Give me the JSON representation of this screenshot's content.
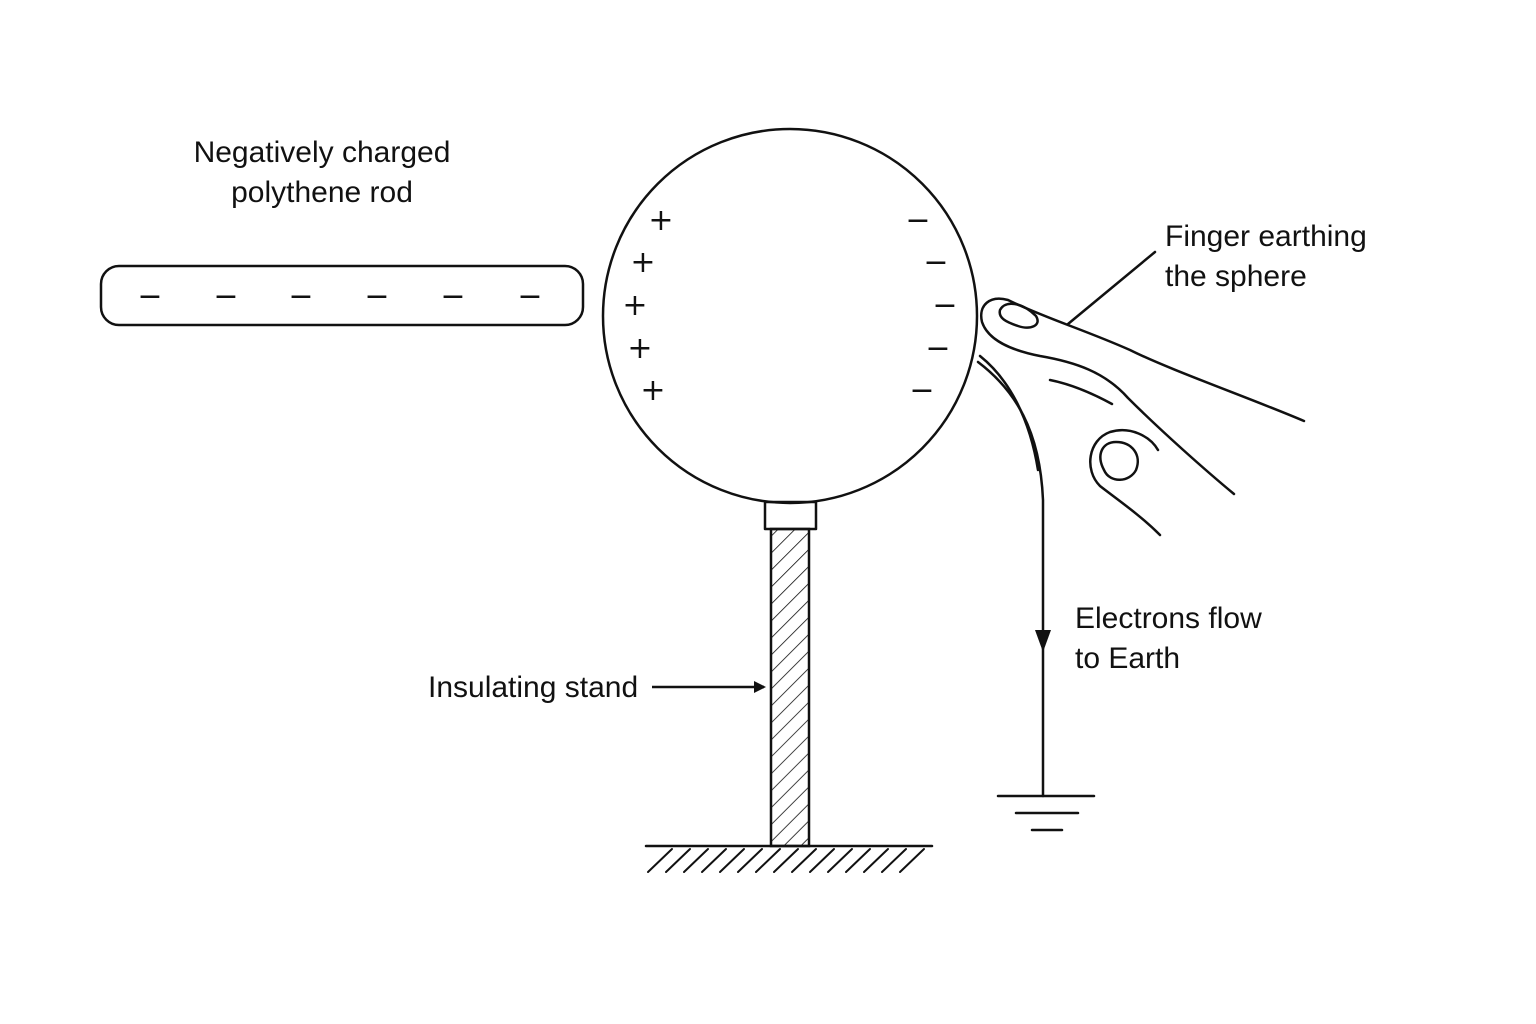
{
  "labels": {
    "rod_line1": "Negatively charged",
    "rod_line2": "polythene rod",
    "finger_line1": "Finger earthing",
    "finger_line2": "the sphere",
    "electrons_line1": "Electrons flow",
    "electrons_line2": "to Earth",
    "stand": "Insulating stand"
  },
  "charges": {
    "rod": [
      "−",
      "−",
      "−",
      "−",
      "−",
      "−"
    ],
    "sphere_left": [
      "+",
      "+",
      "+",
      "+",
      "+"
    ],
    "sphere_right": [
      "−",
      "−",
      "−",
      "−",
      "−"
    ]
  }
}
